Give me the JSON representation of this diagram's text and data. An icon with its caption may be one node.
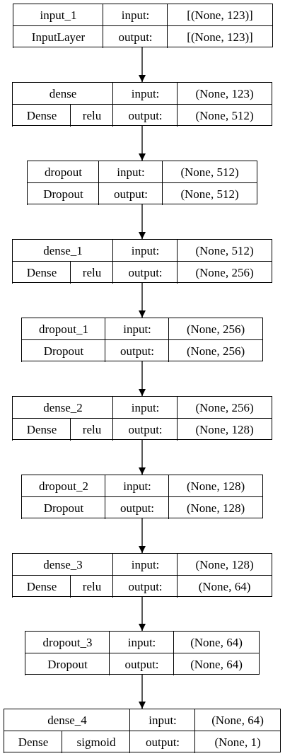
{
  "diagram": {
    "nodes": [
      {
        "text": [
          "input_1",
          "input:",
          "[(None, 123)]",
          "InputLayer",
          "output:",
          "[(None, 123)]"
        ]
      },
      {
        "text": [
          "dense",
          "input:",
          "(None, 123)",
          "Dense",
          "relu",
          "output:",
          "(None, 512)"
        ]
      },
      {
        "text": [
          "dropout",
          "input:",
          "(None, 512)",
          "Dropout",
          "output:",
          "(None, 512)"
        ]
      },
      {
        "text": [
          "dense_1",
          "input:",
          "(None, 512)",
          "Dense",
          "relu",
          "output:",
          "(None, 256)"
        ]
      },
      {
        "text": [
          "dropout_1",
          "input:",
          "(None, 256)",
          "Dropout",
          "output:",
          "(None, 256)"
        ]
      },
      {
        "text": [
          "dense_2",
          "input:",
          "(None, 256)",
          "Dense",
          "relu",
          "output:",
          "(None, 128)"
        ]
      },
      {
        "text": [
          "dropout_2",
          "input:",
          "(None, 128)",
          "Dropout",
          "output:",
          "(None, 128)"
        ]
      },
      {
        "text": [
          "dense_3",
          "input:",
          "(None, 128)",
          "Dense",
          "relu",
          "output:",
          "(None, 64)"
        ]
      },
      {
        "text": [
          "dropout_3",
          "input:",
          "(None, 64)",
          "Dropout",
          "output:",
          "(None, 64)"
        ]
      },
      {
        "text": [
          "dense_4",
          "input:",
          "(None, 64)",
          "Dense",
          "sigmoid",
          "output:",
          "(None, 1)"
        ]
      }
    ],
    "edges": [
      {
        "from": 0,
        "to": 1,
        "arrow": "to"
      },
      {
        "from": 1,
        "to": 2,
        "arrow": "to"
      },
      {
        "from": 2,
        "to": 3,
        "arrow": "to"
      },
      {
        "from": 3,
        "to": 4,
        "arrow": "to"
      },
      {
        "from": 4,
        "to": 5,
        "arrow": "to"
      },
      {
        "from": 5,
        "to": 6,
        "arrow": "to"
      },
      {
        "from": 6,
        "to": 7,
        "arrow": "to"
      },
      {
        "from": 7,
        "to": 8,
        "arrow": "to"
      },
      {
        "from": 8,
        "to": 9,
        "arrow": "to"
      }
    ]
  }
}
